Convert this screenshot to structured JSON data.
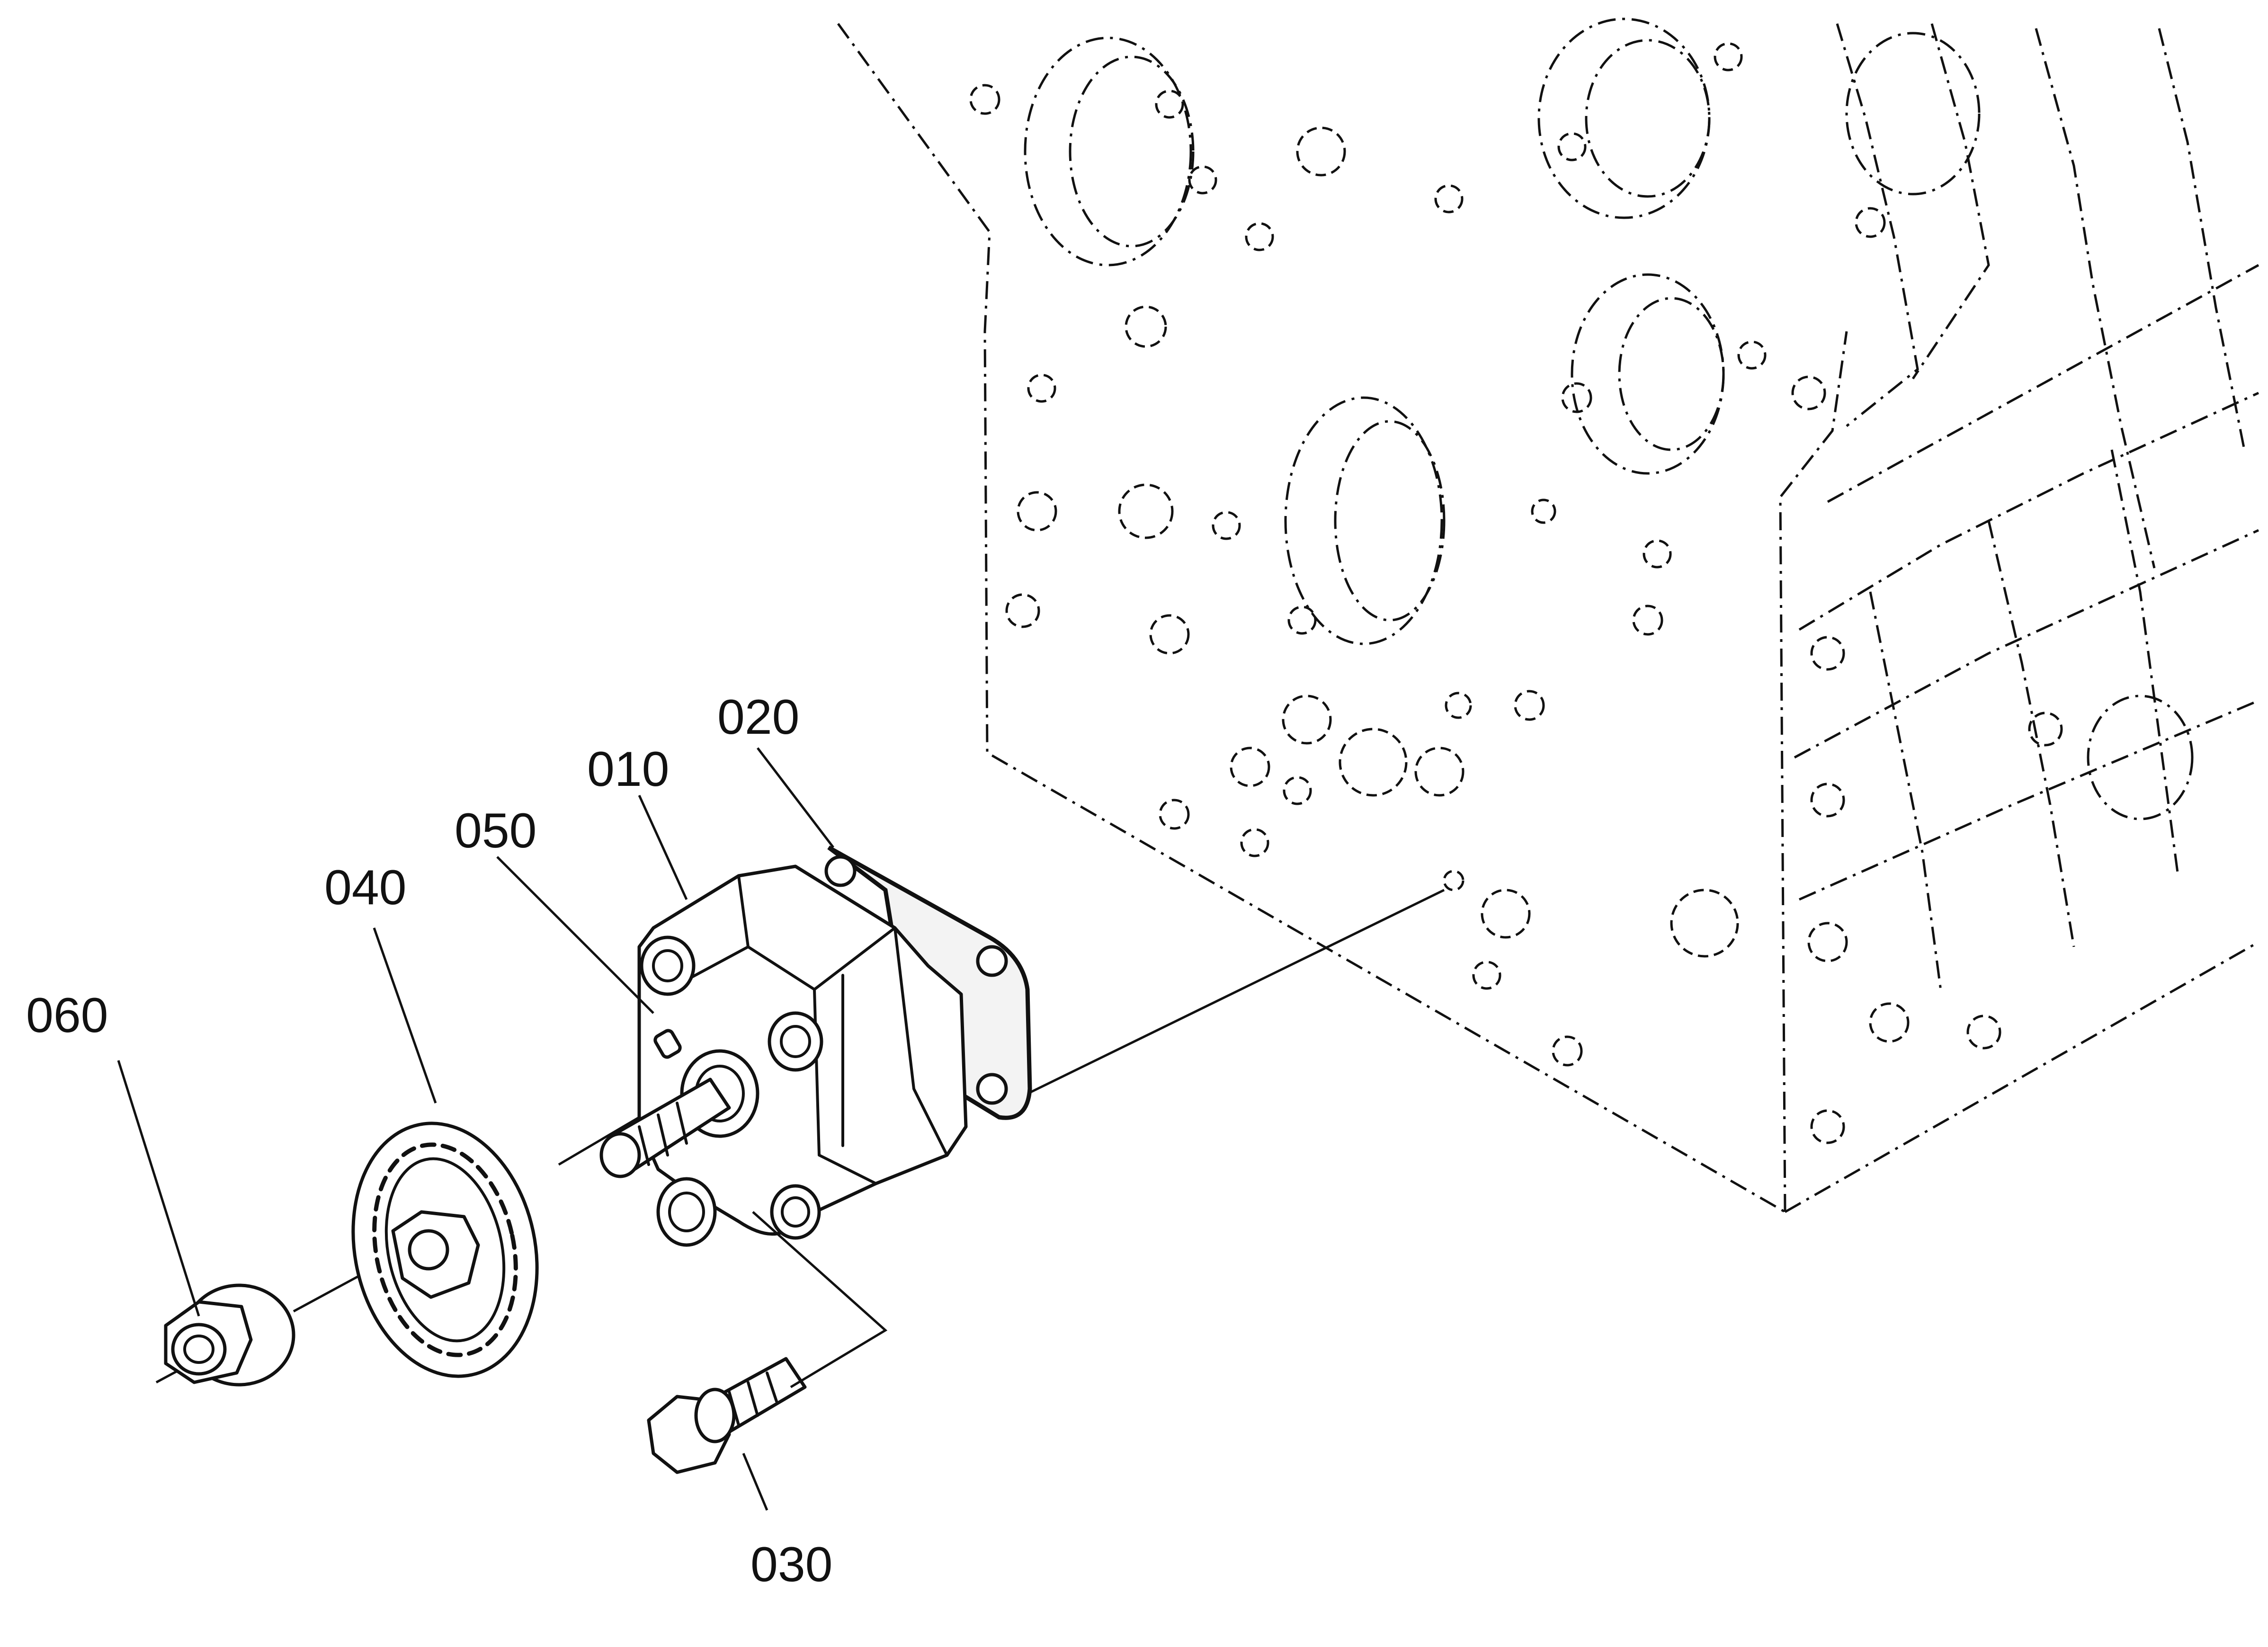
{
  "diagram": {
    "type": "exploded-parts-diagram",
    "parts": [
      {
        "id": "010",
        "label": "010"
      },
      {
        "id": "020",
        "label": "020"
      },
      {
        "id": "030",
        "label": "030"
      },
      {
        "id": "040",
        "label": "040"
      },
      {
        "id": "050",
        "label": "050"
      },
      {
        "id": "060",
        "label": "060"
      }
    ]
  }
}
